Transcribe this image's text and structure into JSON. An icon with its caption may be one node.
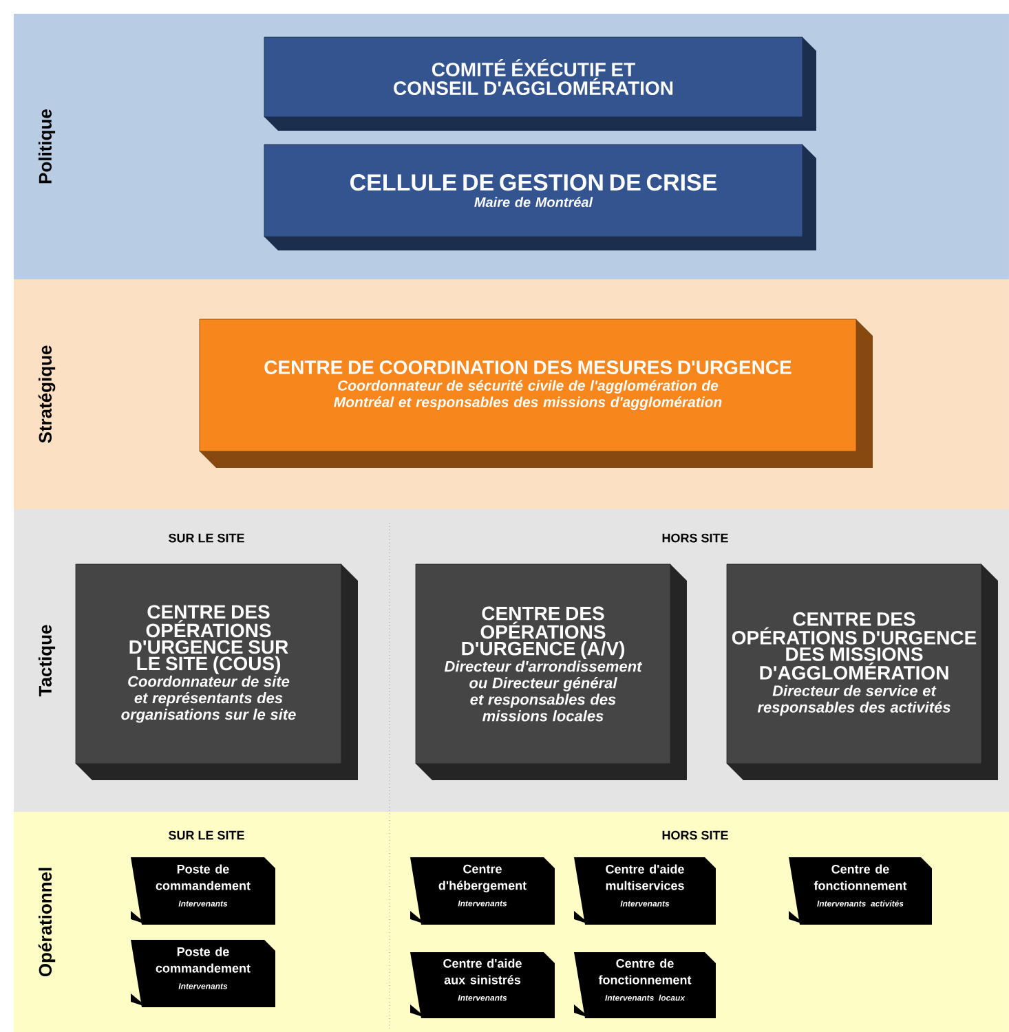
{
  "diagram": {
    "nodes": [
      {
        "text": [
          "Politique"
        ]
      },
      {
        "text": [
          "COMITÉ ÉXÉCUTIF ET CONSEIL D'AGGLOMÉRATION"
        ],
        "in": 0
      },
      {
        "text": [
          "CELLULE DE GESTION DE CRISE",
          "Maire de Montréal"
        ],
        "in": 0
      },
      {
        "text": [
          "Stratégique"
        ]
      },
      {
        "text": [
          "CENTRE DE COORDINATION DES MESURES D'URGENCE",
          "Coordonnateur de sécurité civile de l'agglomération de Montréal et responsables des missions d'agglomération"
        ],
        "in": 3
      },
      {
        "text": [
          "Tactique"
        ]
      },
      {
        "text": [
          "CENTRE DES OPÉRATIONS D'URGENCE SUR LE SITE (COUS)",
          "Coordonnateur de site et représentants des organisations sur le site"
        ],
        "in": 5
      },
      {
        "text": [
          "CENTRE DES OPÉRATIONS D'URGENCE (A/V)",
          "Directeur d'arrondissement ou Directeur général et responsables des missions locales"
        ],
        "in": 5
      },
      {
        "text": [
          "CENTRE DES OPÉRATIONS D'URGENCE DES MISSIONS D'AGGLOMÉRATION",
          "Directeur de service et responsables des activités"
        ],
        "in": 5
      },
      {
        "text": [
          "Opérationnel"
        ]
      },
      {
        "text": [
          "Poste de commandement",
          "Intervenants"
        ],
        "in": 9
      },
      {
        "text": [
          "Centre d'hébergement",
          "Intervenants"
        ],
        "in": 9
      },
      {
        "text": [
          "Centre d'aide multiservices",
          "Intervenants"
        ],
        "in": 9
      },
      {
        "text": [
          "Centre de fonctionnement",
          "Intervenants activités"
        ],
        "in": 9
      },
      {
        "text": [
          "Poste de commandement",
          "Intervenants"
        ],
        "in": 9
      },
      {
        "text": [
          "Centre d'aide aux sinistrés",
          "Intervenants"
        ],
        "in": 9
      },
      {
        "text": [
          "Centre de fonctionnement",
          "Intervenants locaux"
        ],
        "in": 9
      }
    ],
    "labels": [
      "SUR LE SITE",
      "HORS SITE",
      "SUR LE SITE",
      "HORS SITE"
    ]
  }
}
